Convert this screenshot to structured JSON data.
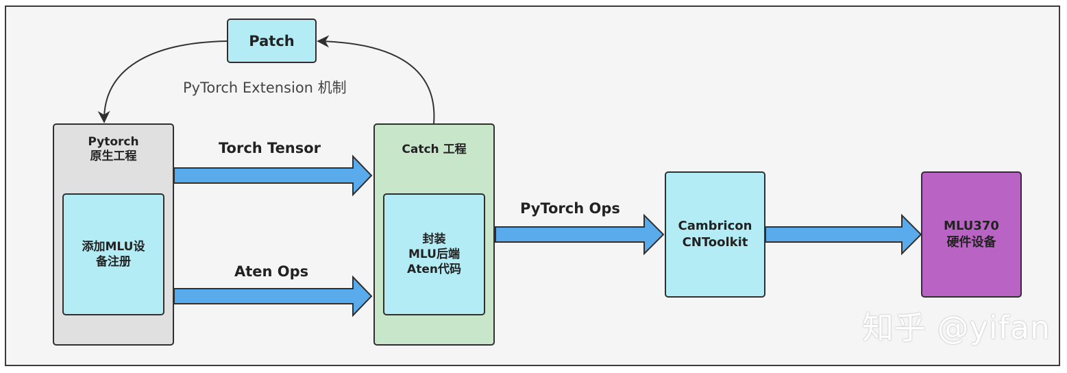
{
  "diagram": {
    "patch_label": "Patch",
    "extension_label": "PyTorch Extension 机制",
    "pytorch_box_title": "Pytorch\n原生工程",
    "pytorch_inner": "添加MLU设\n备注册",
    "catch_box_title": "Catch 工程",
    "catch_inner": "封装\nMLU后端\nAten代码",
    "arrow_torch_tensor": "Torch Tensor",
    "arrow_aten_ops": "Aten Ops",
    "arrow_pytorch_ops": "PyTorch Ops",
    "cambricon_label": "Cambricon\nCNToolkit",
    "mlu_label": "MLU370\n硬件设备",
    "watermark": "知乎 @yifan"
  },
  "colors": {
    "cyan_box": "#b3ecf4",
    "pytorch_box": "#e0e0e0",
    "catch_box": "#c8e6c9",
    "mlu_box": "#b964c4",
    "arrow_fill": "#5aabec",
    "border": "#2f2f2f"
  }
}
